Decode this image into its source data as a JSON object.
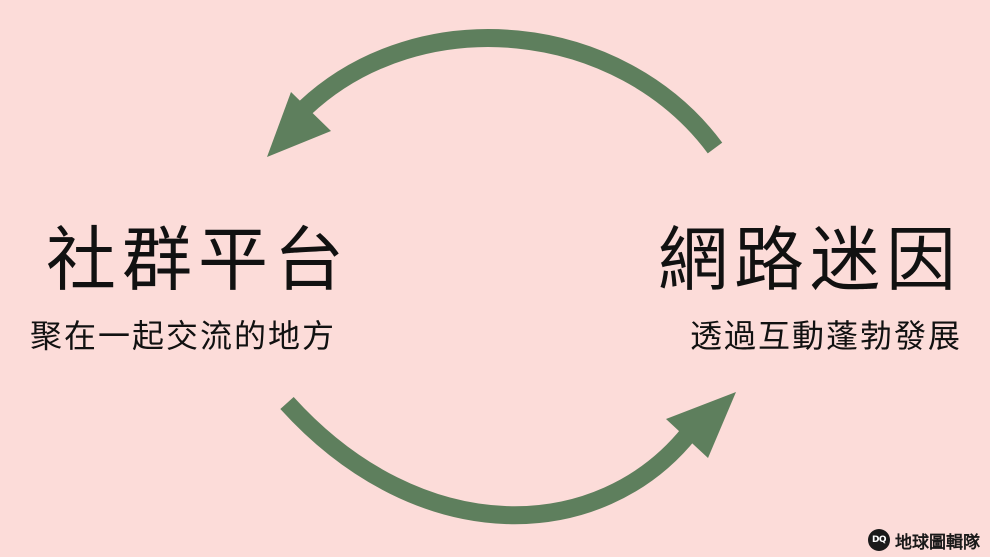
{
  "diagram": {
    "arrow_color": "#5e7f5d",
    "background_color": "#fcdcd9",
    "left_node": {
      "title": "社群平台",
      "subtitle": "聚在一起交流的地方"
    },
    "right_node": {
      "title": "網路迷因",
      "subtitle": "透過互動蓬勃發展"
    }
  },
  "watermark": {
    "badge": "DQ",
    "text": "地球圖輯隊"
  }
}
